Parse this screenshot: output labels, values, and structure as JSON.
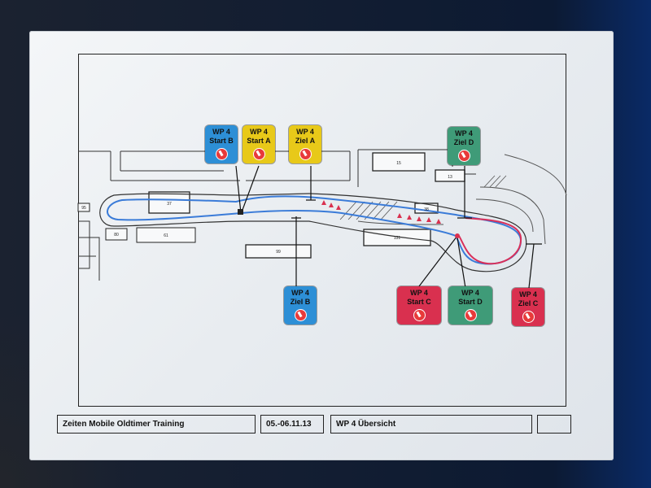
{
  "labels": {
    "start_b": {
      "line1": "WP 4",
      "line2": "Start B",
      "color": "#2d8fd6"
    },
    "start_a": {
      "line1": "WP 4",
      "line2": "Start A",
      "color": "#e8c919"
    },
    "ziel_a": {
      "line1": "WP 4",
      "line2": "Ziel A",
      "color": "#e8c919"
    },
    "ziel_d": {
      "line1": "WP 4",
      "line2": "Ziel D",
      "color": "#3f9b78"
    },
    "ziel_b": {
      "line1": "WP 4",
      "line2": "Ziel B",
      "color": "#2d8fd6"
    },
    "start_c": {
      "line1": "WP 4",
      "line2": "Start C",
      "color": "#d9304f"
    },
    "start_d": {
      "line1": "WP 4",
      "line2": "Start D",
      "color": "#3f9b78"
    },
    "ziel_c": {
      "line1": "WP 4",
      "line2": "Ziel C",
      "color": "#d9304f"
    }
  },
  "footer": {
    "title": "Zeiten Mobile Oldtimer Training",
    "date": "05.-06.11.13",
    "section": "WP  4 Übersicht"
  },
  "map_numbers": {
    "b37": "37",
    "b15": "15",
    "b13": "13",
    "b38": "38",
    "b131": "131",
    "b99": "99",
    "b61": "61",
    "b80": "80",
    "b95": "95"
  }
}
